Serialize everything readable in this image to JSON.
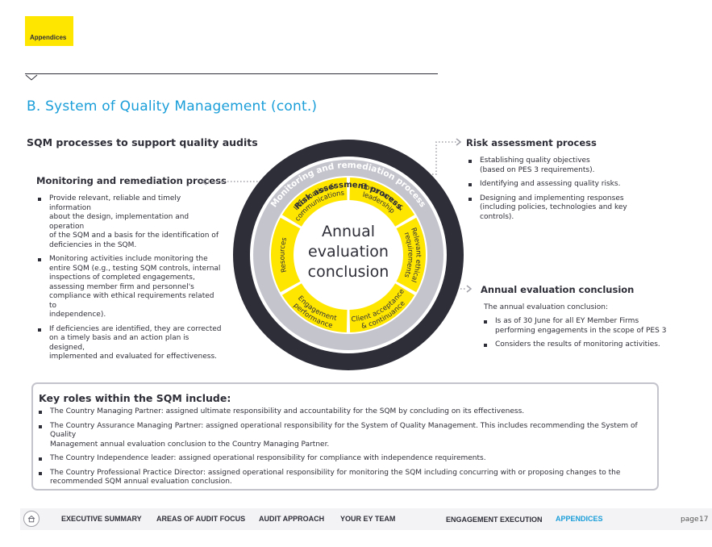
{
  "header": {
    "tag": "Appendices",
    "accent": "#ffe600"
  },
  "page_title": "B. System of Quality Management (cont.)",
  "subtitle": "SQM processes to support quality audits",
  "monitoring": {
    "title": "Monitoring and remediation process",
    "items": [
      [
        "Provide relevant, reliable and timely information",
        "about the design, implementation and operation",
        "of the SQM and a basis for the identification of",
        "deficiencies in the SQM."
      ],
      [
        "Monitoring activities include monitoring the",
        "entire SQM (e.g., testing SQM controls, internal",
        "inspections of completed engagements,",
        "assessing member firm and personnel's",
        "compliance with ethical requirements related to",
        "independence)."
      ],
      [
        "If deficiencies are identified, they are corrected",
        "on a timely basis and an action plan is designed,",
        "implemented and evaluated for effectiveness."
      ]
    ]
  },
  "risk": {
    "title": "Risk assessment process",
    "items": [
      [
        "Establishing quality objectives",
        "(based on PES 3 requirements)."
      ],
      [
        "Identifying and assessing quality risks."
      ],
      [
        "Designing and implementing responses",
        "(including policies, technologies and key",
        "controls)."
      ]
    ]
  },
  "annual": {
    "title": "Annual evaluation conclusion",
    "intro": "The annual evaluation conclusion:",
    "items": [
      [
        "Is as of 30 June for all EY Member Firms",
        "performing engagements in the scope of PES 3"
      ],
      [
        "Considers the results of monitoring activities."
      ]
    ]
  },
  "wheel": {
    "outer_label": "Monitoring and remediation process",
    "middle_label": "Risk assessment process",
    "center": [
      "Annual",
      "evaluation",
      "conclusion"
    ],
    "segments": [
      [
        "Governance &",
        "leadership"
      ],
      [
        "Relevant ethical",
        "requirements"
      ],
      [
        "Client acceptance",
        "& continuance"
      ],
      [
        "Engagement",
        "performance"
      ],
      [
        "Resources"
      ],
      [
        "Information &",
        "communications"
      ]
    ],
    "colors": {
      "outer": "#2e2e38",
      "middle": "#c4c4cd",
      "segment": "#ffe600",
      "arrow": "#a0a0a8"
    }
  },
  "key_roles": {
    "title": "Key roles within the SQM include:",
    "items": [
      [
        "The Country Managing Partner: assigned ultimate responsibility and accountability for the SQM by concluding on its effectiveness."
      ],
      [
        "The Country Assurance Managing Partner: assigned operational responsibility for the System of Quality Management. This includes recommending the System of Quality",
        "Management annual evaluation conclusion to the Country Managing Partner."
      ],
      [
        "The Country Independence leader: assigned operational responsibility for compliance with independence requirements."
      ],
      [
        "The Country Professional Practice Director: assigned operational responsibility for monitoring the SQM including concurring with or proposing changes to the",
        "recommended SQM annual evaluation conclusion."
      ]
    ]
  },
  "footer": {
    "home_icon": "home-icon",
    "nav": [
      "EXECUTIVE SUMMARY",
      "AREAS OF AUDIT FOCUS",
      "AUDIT APPROACH",
      "YOUR EY TEAM",
      "ENGAGEMENT EXECUTION",
      "APPENDICES"
    ],
    "active": "APPENDICES",
    "active_color": "#1a9ed9",
    "page_label": "page",
    "page_number": "17"
  }
}
